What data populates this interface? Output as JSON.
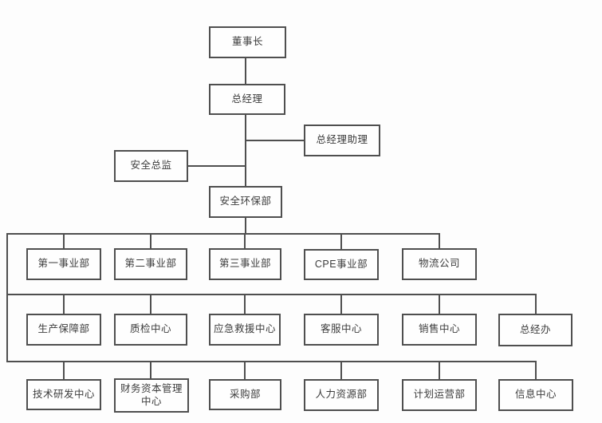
{
  "diagram": {
    "type": "org-chart",
    "title": "company organizational chart",
    "hierarchy_note": "董事长 > 总经理 (staff: 总经理助理, 安全总监) > 安全环保部 > three tiers of departments"
  },
  "nodes": {
    "chairman": "董事长",
    "general_manager": "总经理",
    "gm_assistant": "总经理助理",
    "safety_director": "安全总监",
    "safety_env_dept": "安全环保部",
    "div1": "第一事业部",
    "div2": "第二事业部",
    "div3": "第三事业部",
    "cpe_div": "CPE事业部",
    "logistics": "物流公司",
    "production_support": "生产保障部",
    "quality_center": "质检中心",
    "emergency_center": "应急救援中心",
    "customer_service": "客服中心",
    "sales_center": "销售中心",
    "gm_office": "总经办",
    "tech_rd_center": "技术研发中心",
    "finance_capital_center": "财务资本管理中心",
    "procurement": "采购部",
    "hr_dept": "人力资源部",
    "planning_ops": "计划运营部",
    "info_center": "信息中心"
  },
  "colors": {
    "line": "#4f4f4f",
    "box_border": "#4f4f4f",
    "text": "#3c3c3c",
    "background": "#fdfdfd"
  }
}
